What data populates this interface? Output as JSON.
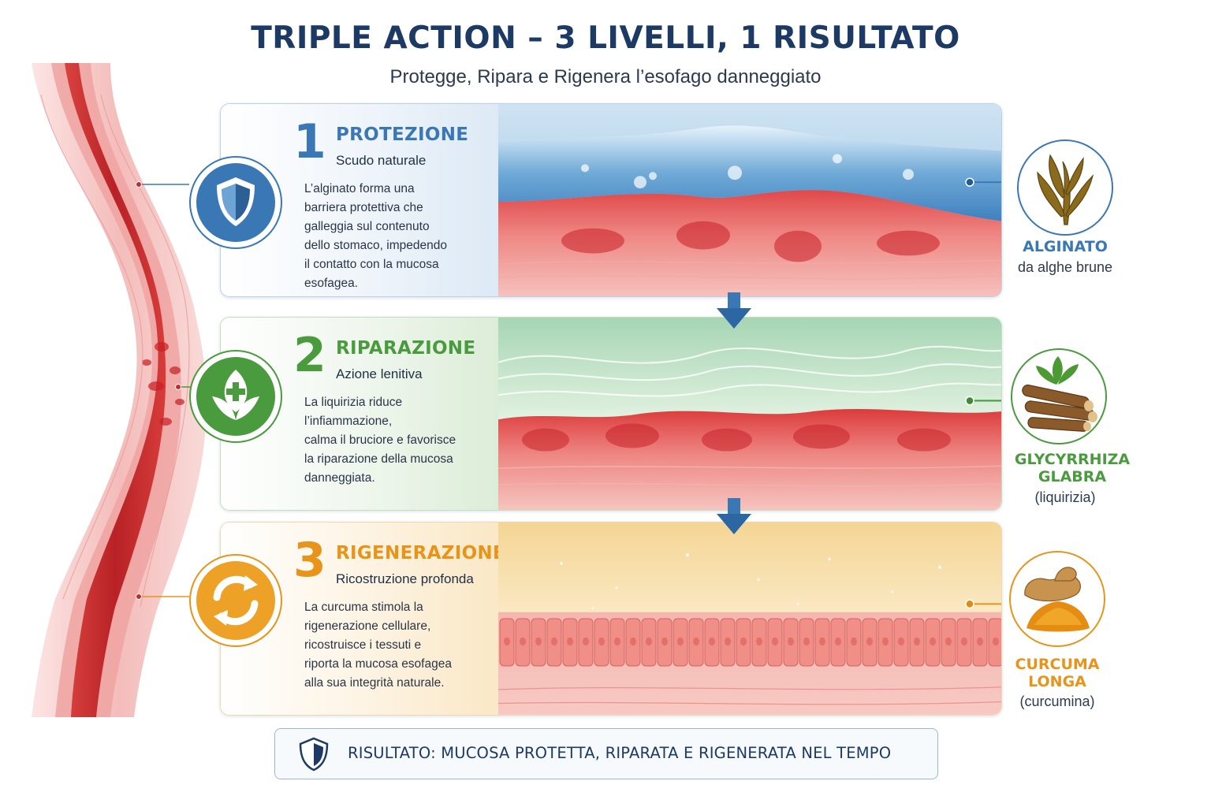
{
  "header": {
    "title": "TRIPLE ACTION – 3 LIVELLI, 1 RISULTATO",
    "subtitle": "Protegge, Ripara e Rigenera l’esofago danneggiato"
  },
  "levels": [
    {
      "number": "1",
      "title": "PROTEZIONE",
      "subtitle": "Scudo naturale",
      "description": [
        "L’alginato forma una",
        "barriera protettiva che",
        "galleggia sul contenuto",
        "dello stomaco, impedendo",
        "il contatto con la mucosa",
        "esofagea."
      ],
      "icon": "shield-icon",
      "color": "#3a78b5",
      "ingredient": {
        "name": [
          "ALGINATO"
        ],
        "sub": "da alghe brune",
        "icon": "seaweed-icon"
      }
    },
    {
      "number": "2",
      "title": "RIPARAZIONE",
      "subtitle": "Azione lenitiva",
      "description": [
        "La liquirizia riduce",
        "l’infiammazione,",
        "calma il bruciore e favorisce",
        "la riparazione della mucosa",
        "danneggiata."
      ],
      "icon": "leaf-plus-icon",
      "color": "#4a9a3e",
      "ingredient": {
        "name": [
          "GLYCYRRHIZA",
          "GLABRA"
        ],
        "sub": "(liquirizia)",
        "icon": "licorice-root-icon"
      }
    },
    {
      "number": "3",
      "title": "RIGENERAZIONE",
      "subtitle": "Ricostruzione profonda",
      "description": [
        "La curcuma stimola la",
        "rigenerazione cellulare,",
        "ricostruisce i tessuti e",
        "riporta la mucosa esofagea",
        "alla sua integrità naturale."
      ],
      "icon": "regenerate-arrows-icon",
      "color": "#e8941a",
      "ingredient": {
        "name": [
          "CURCUMA",
          "LONGA"
        ],
        "sub": "(curcumina)",
        "icon": "turmeric-icon"
      }
    }
  ],
  "result": {
    "text": "RISULTATO: MUCOSA PROTETTA, RIPARATA E RIGENERATA NEL TEMPO",
    "icon": "shield-icon"
  }
}
